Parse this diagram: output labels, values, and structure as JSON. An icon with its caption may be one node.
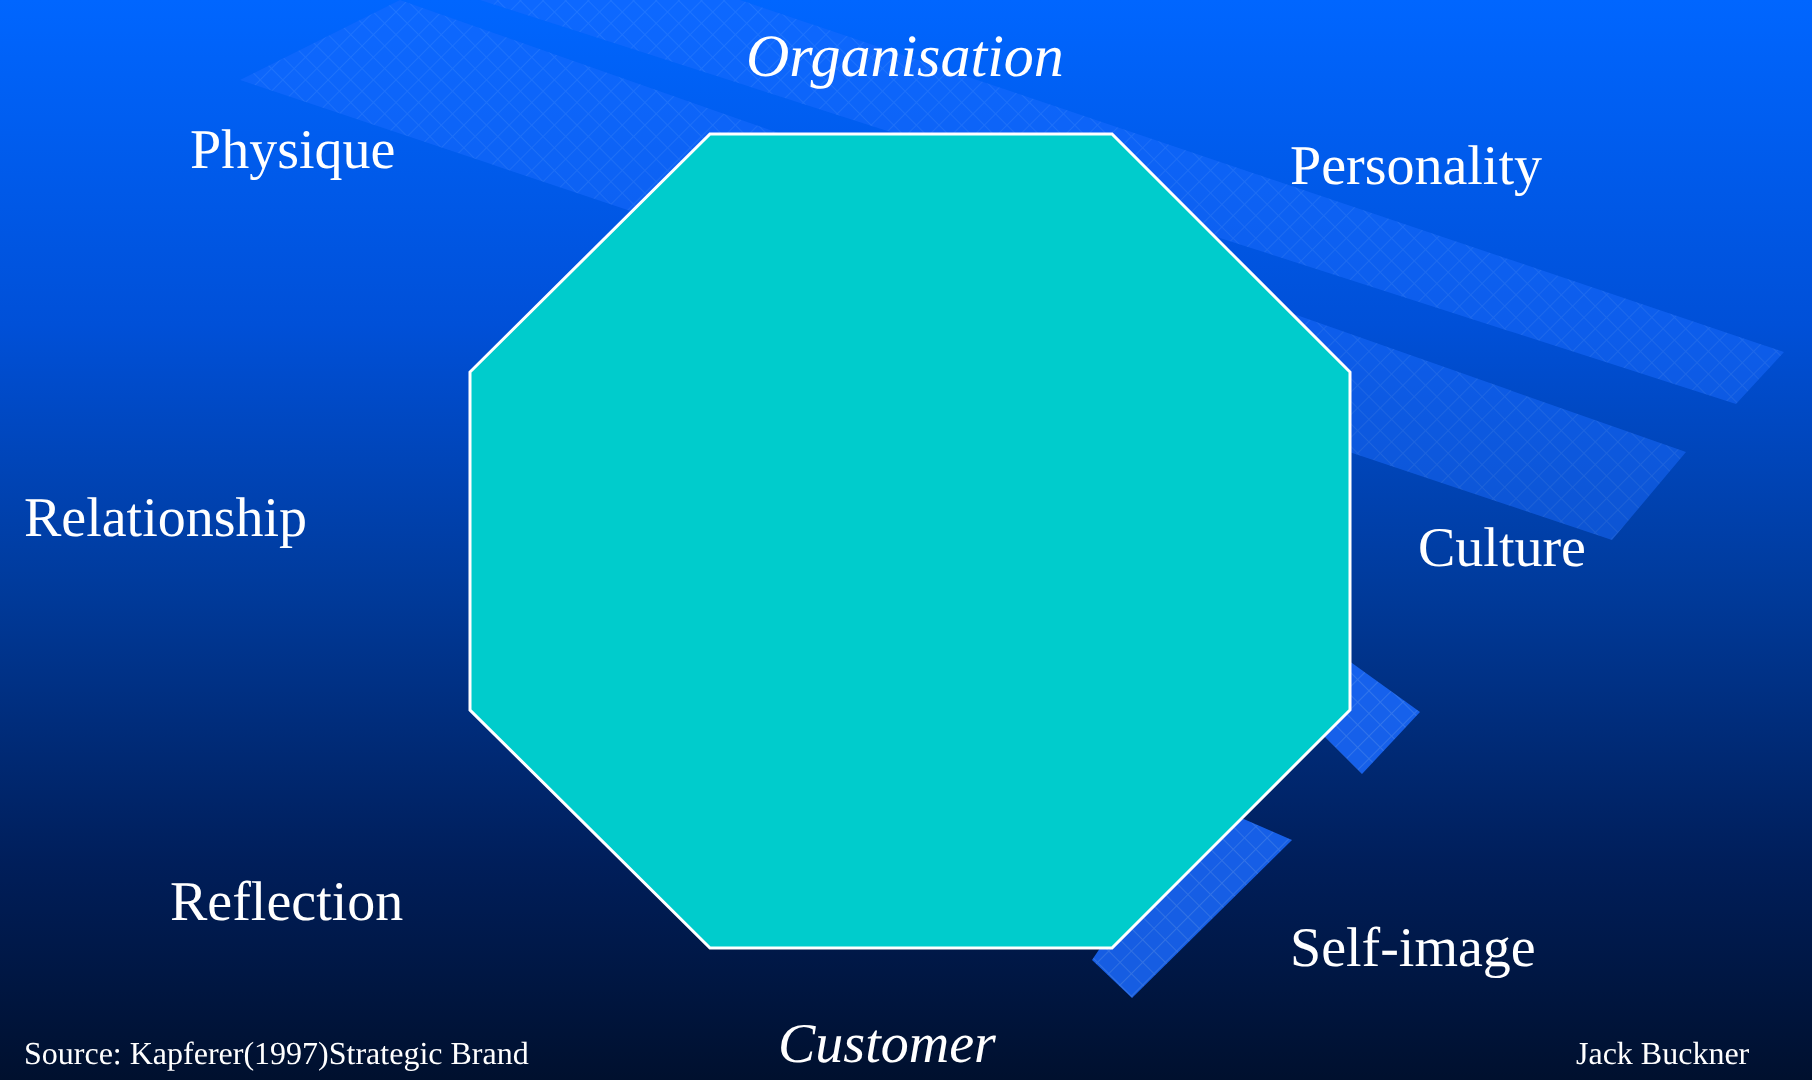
{
  "diagram": {
    "nodes": [
      {
        "text": [],
        "shape": "octagon"
      }
    ],
    "labels": [
      "Organisation",
      "Physique",
      "Personality",
      "Relationship",
      "Culture",
      "Reflection",
      "Self-image",
      "Customer",
      "Source: Kapferer(1997)Strategic Brand",
      "Jack Buckner"
    ]
  }
}
